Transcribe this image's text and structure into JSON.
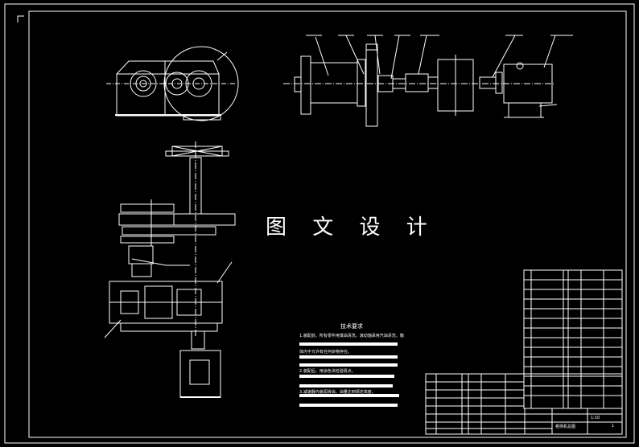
{
  "watermark": "图 文 设 计",
  "technical_requirements": {
    "title": "技术要求",
    "lines": [
      "1.装配前，所有零件用煤油清洗，滚动轴承用汽油清洗，箱",
      "体内不允许有任何杂物存在。",
      "2.装配后，用涂色法检验斑点。",
      "3.减速器内装润滑油，油量达到规定高度。"
    ]
  },
  "title_block": {
    "drawing_name": "卷扬机总图",
    "scale": "1:10",
    "sheet": "1"
  },
  "colors": {
    "background": "#000000",
    "lines": "#ffffff"
  }
}
